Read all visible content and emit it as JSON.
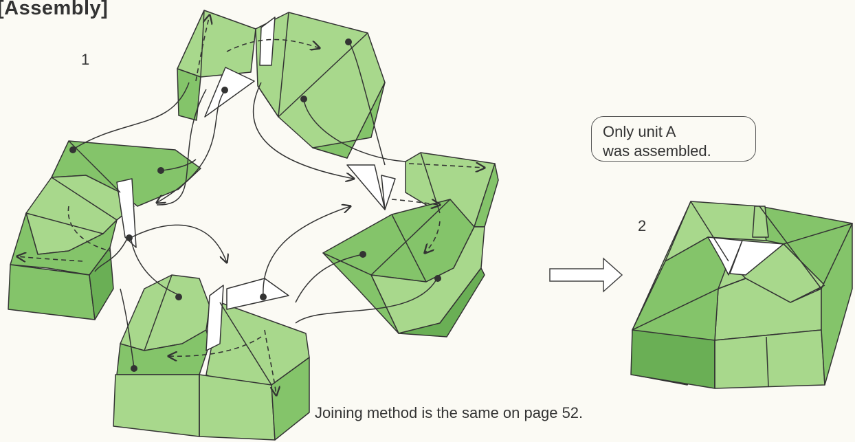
{
  "header": {
    "title": "[Assembly]"
  },
  "steps": {
    "step1_label": "1",
    "step2_label": "2"
  },
  "note": {
    "line1": "Only unit A",
    "line2": "was assembled."
  },
  "caption": "Joining method is the same on page 52.",
  "colors": {
    "paper_light": "#a8d88c",
    "paper_mid": "#84c46a",
    "paper_dark": "#6aaf55",
    "paper_white": "#ffffff",
    "line": "#333333",
    "background": "#fbfaf4"
  },
  "icons": {
    "arrow": "hollow-right-arrow"
  }
}
